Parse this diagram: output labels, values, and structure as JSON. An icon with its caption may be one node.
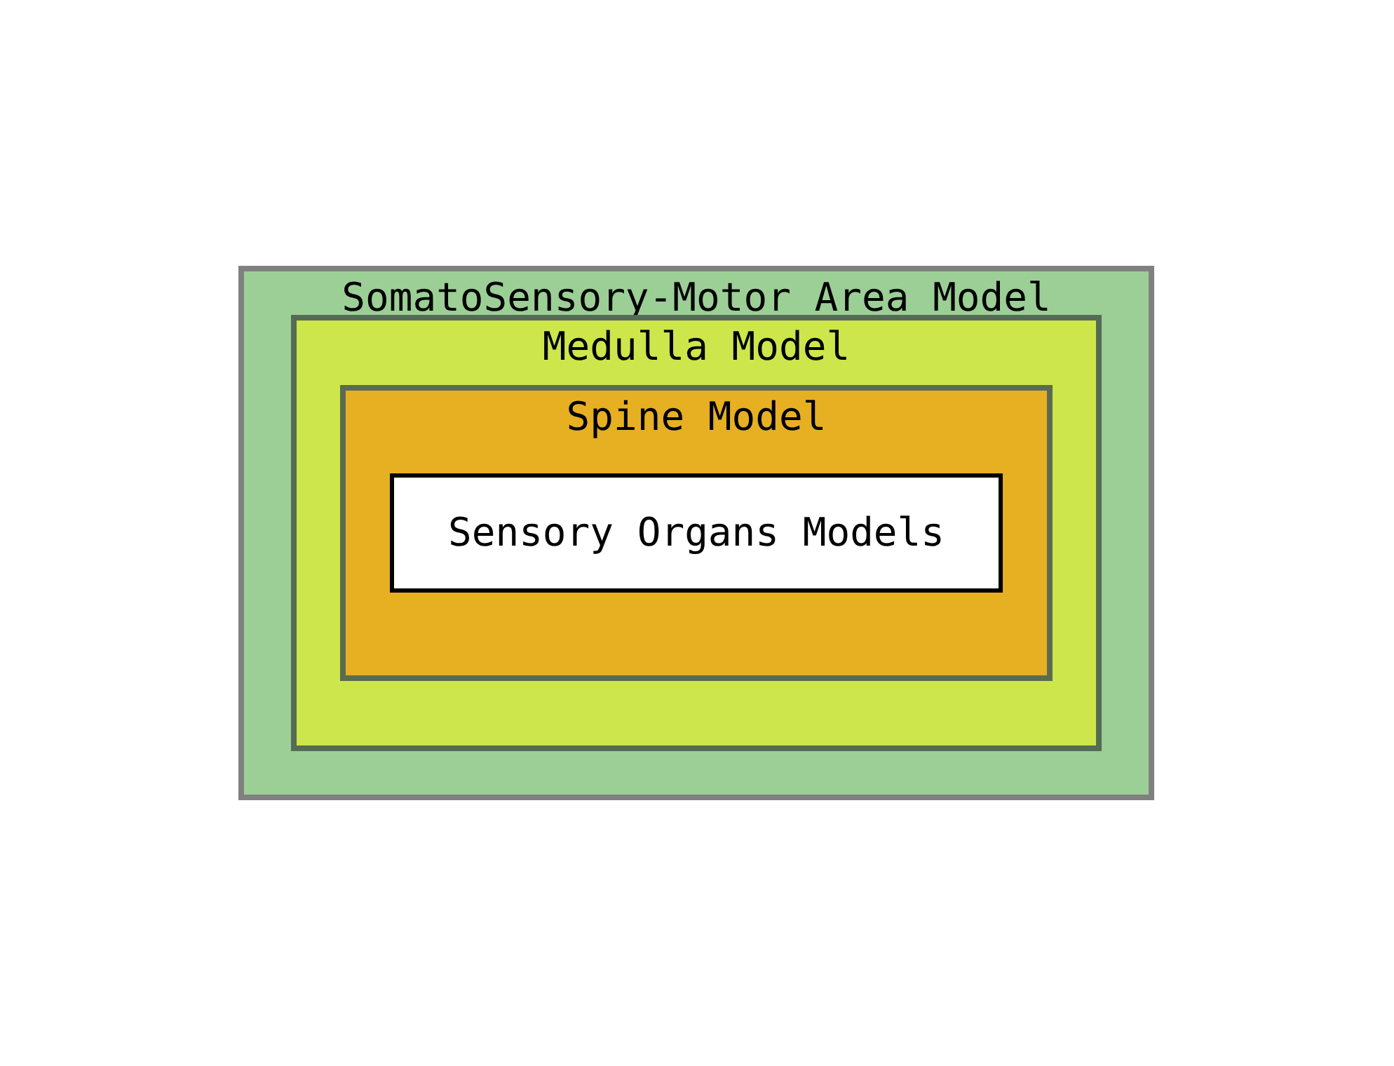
{
  "diagram": {
    "nodes": [
      {
        "text": [
          "SomatoSensory-Motor Area Model"
        ]
      },
      {
        "text": [
          "Medulla Model"
        ],
        "in": 0
      },
      {
        "text": [
          "Spine Model"
        ],
        "in": 1
      },
      {
        "text": [
          "Sensory Organs Models"
        ],
        "in": 2
      }
    ]
  }
}
